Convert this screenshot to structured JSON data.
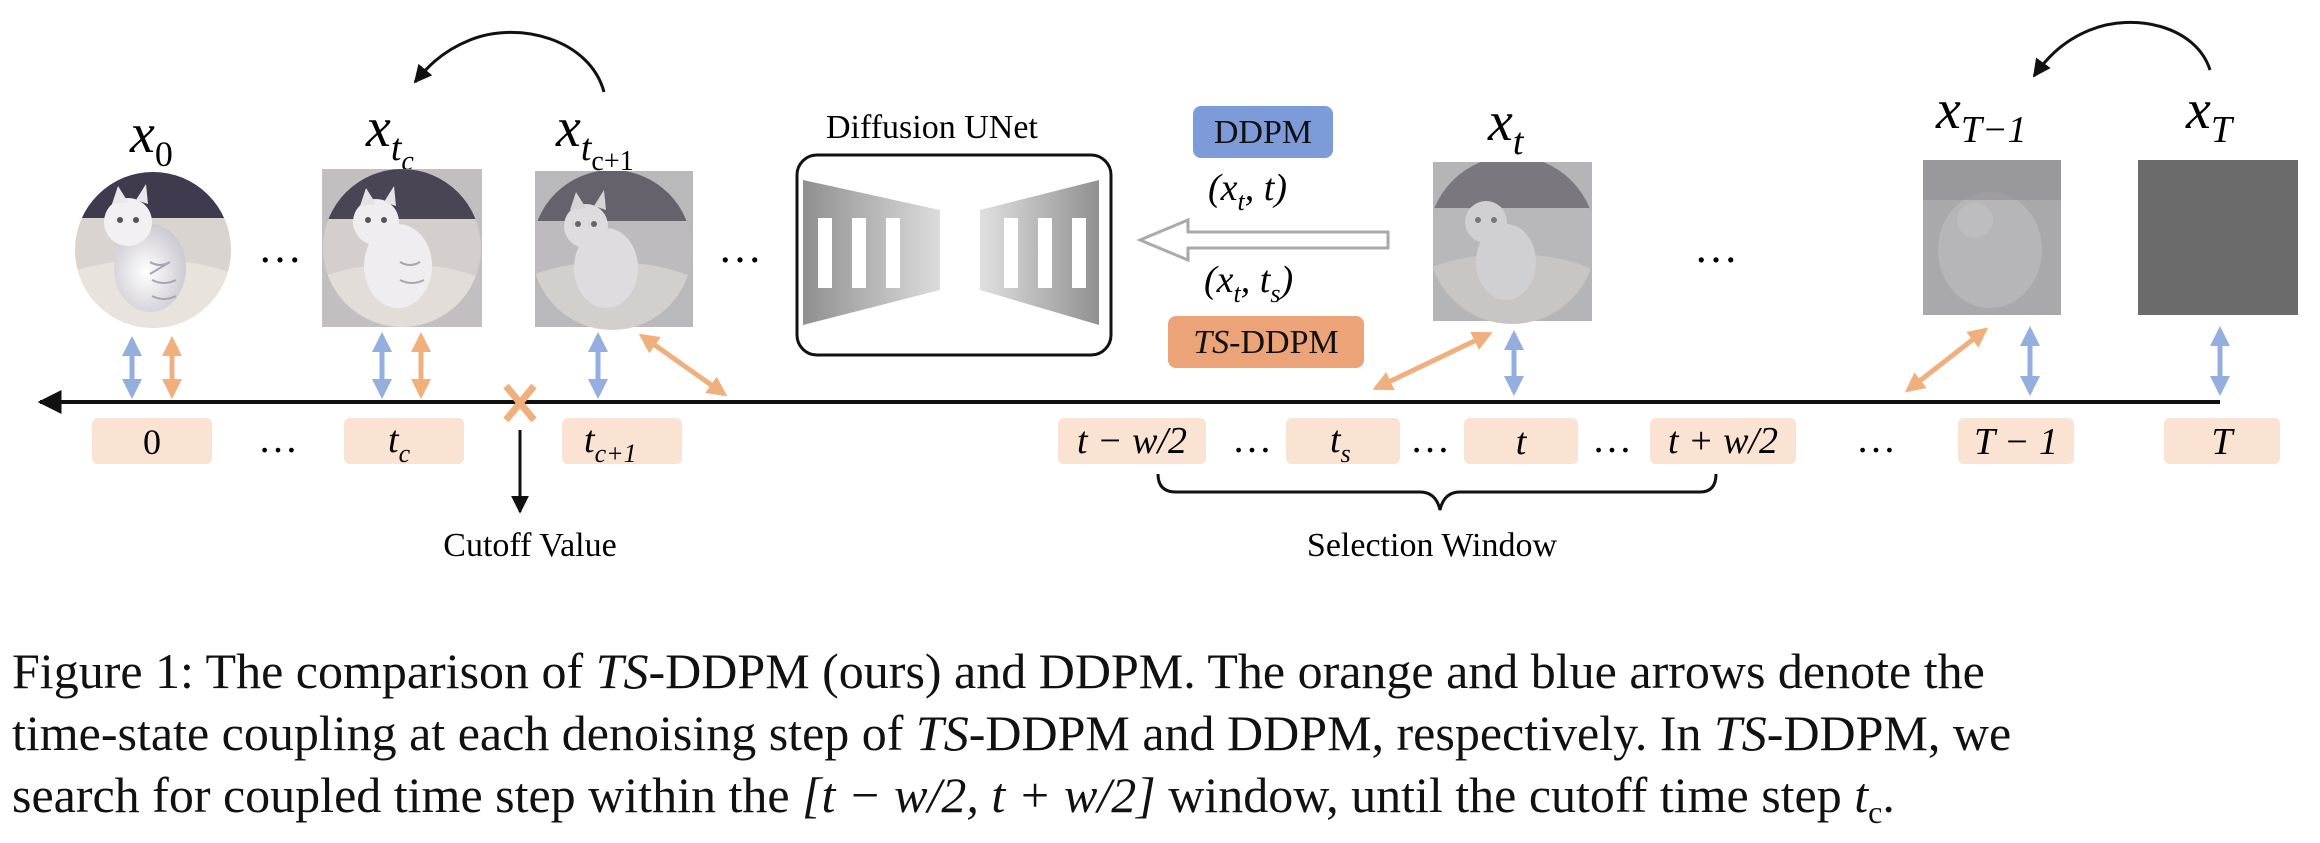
{
  "states": {
    "x0": {
      "base": "x",
      "sub": "0",
      "subsub": ""
    },
    "xtc": {
      "base": "x",
      "sub": "t",
      "subsub": "c"
    },
    "xtc1": {
      "base": "x",
      "sub": "t",
      "subsub": "c+1"
    },
    "xt": {
      "base": "x",
      "sub": "t",
      "subsub": ""
    },
    "xT1": {
      "base": "x",
      "sub": "T−1",
      "subsub": ""
    },
    "xT": {
      "base": "x",
      "sub": "T",
      "subsub": ""
    }
  },
  "ellipsis": "…",
  "unet": {
    "title": "Diffusion UNet"
  },
  "ddpm": {
    "badge": "DDPM",
    "input": "(x",
    "input_sub": "t",
    "input_rest": ", t)"
  },
  "tsddpm": {
    "badge_italic": "TS",
    "badge_rest": "-DDPM",
    "input": "(x",
    "input_sub": "t",
    "input_mid": ", t",
    "input_sub2": "s",
    "input_end": ")"
  },
  "timeline": {
    "zero": "0",
    "tc": {
      "base": "t",
      "sub": "c"
    },
    "tc1": {
      "base": "t",
      "sub": "c+1"
    },
    "t_minus_w": "t − w/2",
    "ts": {
      "base": "t",
      "sub": "s"
    },
    "t": "t",
    "t_plus_w": "t + w/2",
    "T_minus_1": "T − 1",
    "T": "T"
  },
  "labels": {
    "cutoff": "Cutoff Value",
    "window": "Selection Window"
  },
  "caption": {
    "l1_a": "Figure 1: The comparison of ",
    "l1_b": "TS",
    "l1_c": "-DDPM (ours) and DDPM. The orange and blue arrows denote the",
    "l2_a": "time-state coupling at each denoising step of ",
    "l2_b": "TS",
    "l2_c": "-DDPM and DDPM, respectively. In ",
    "l2_d": "TS",
    "l2_e": "-DDPM, we",
    "l3_a": "search for coupled time step within the ",
    "l3_b": "[t − w/2, t + w/2]",
    "l3_c": " window, until the cutoff time step ",
    "l3_d": "t",
    "l3_e": "c",
    "l3_f": "."
  },
  "colors": {
    "orange": "#f0b07d",
    "blue": "#95aee0",
    "ddpm_badge": "#7d9ad9",
    "tsddpm_badge": "#eba377",
    "chip": "#fae3d3"
  }
}
